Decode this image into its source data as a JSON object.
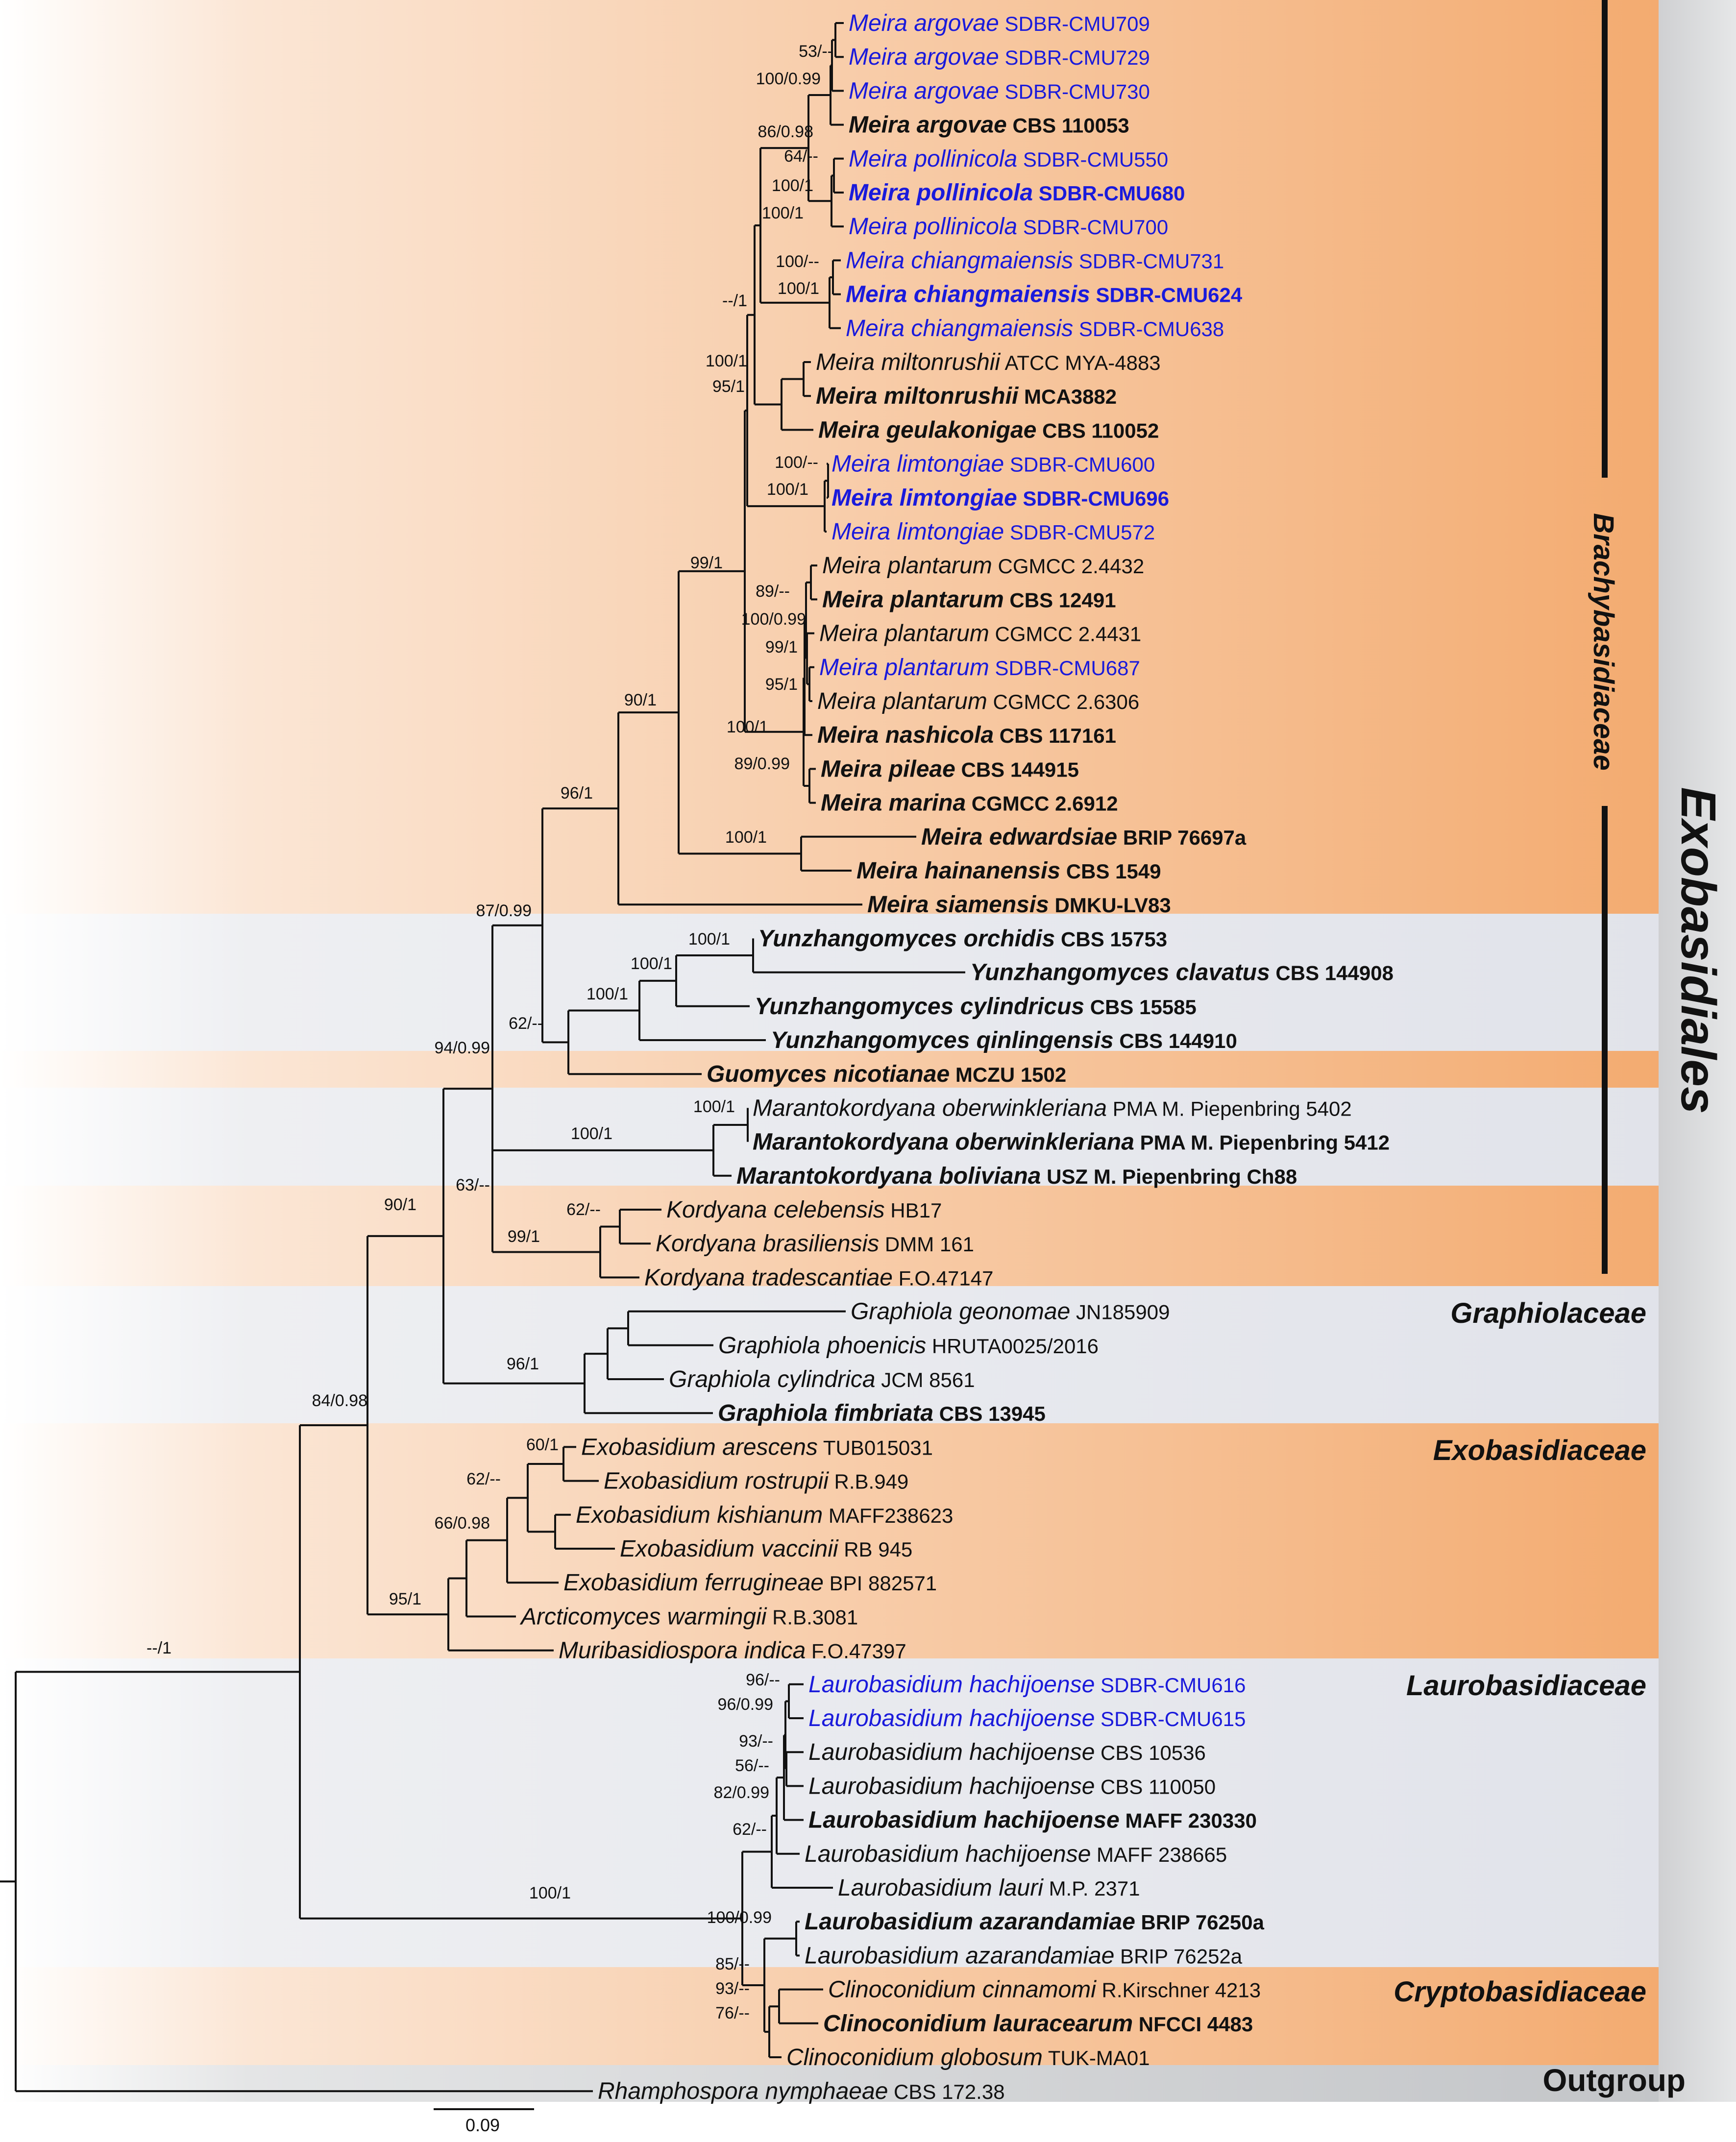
{
  "colors": {
    "blue": "#1a1adb",
    "black": "#111111",
    "orange_band": "#f3ab70",
    "grey_band": "#e1e3ea",
    "outgroup_band": "#c3c5c8"
  },
  "labels": {
    "order": "Exobasidiales",
    "brachy": "Brachybasidiaceae",
    "grapho": "Graphiolaceae",
    "exoba": "Exobasidiaceae",
    "lauro": "Laurobasidiaceae",
    "crypto": "Cryptobasidiaceae",
    "outgroup": "Outgroup",
    "scale": "0.09"
  },
  "taxa": [
    {
      "genus": "Meira argovae",
      "strain": "SDBR-CMU709",
      "bold": false,
      "blue": true
    },
    {
      "genus": "Meira argovae",
      "strain": "SDBR-CMU729",
      "bold": false,
      "blue": true
    },
    {
      "genus": "Meira argovae",
      "strain": "SDBR-CMU730",
      "bold": false,
      "blue": true
    },
    {
      "genus": "Meira argovae",
      "strain": "CBS 110053",
      "bold": true,
      "blue": false
    },
    {
      "genus": "Meira pollinicola",
      "strain": "SDBR-CMU550",
      "bold": false,
      "blue": true
    },
    {
      "genus": "Meira pollinicola",
      "strain": "SDBR-CMU680",
      "bold": true,
      "blue": true
    },
    {
      "genus": "Meira pollinicola",
      "strain": "SDBR-CMU700",
      "bold": false,
      "blue": true
    },
    {
      "genus": "Meira chiangmaiensis",
      "strain": "SDBR-CMU731",
      "bold": false,
      "blue": true
    },
    {
      "genus": "Meira chiangmaiensis",
      "strain": "SDBR-CMU624",
      "bold": true,
      "blue": true
    },
    {
      "genus": "Meira chiangmaiensis",
      "strain": "SDBR-CMU638",
      "bold": false,
      "blue": true
    },
    {
      "genus": "Meira miltonrushii",
      "strain": "ATCC MYA-4883",
      "bold": false,
      "blue": false
    },
    {
      "genus": "Meira miltonrushii",
      "strain": "MCA3882",
      "bold": true,
      "blue": false
    },
    {
      "genus": "Meira geulakonigae",
      "strain": "CBS 110052",
      "bold": true,
      "blue": false
    },
    {
      "genus": "Meira limtongiae",
      "strain": "SDBR-CMU600",
      "bold": false,
      "blue": true
    },
    {
      "genus": "Meira limtongiae",
      "strain": "SDBR-CMU696",
      "bold": true,
      "blue": true
    },
    {
      "genus": "Meira limtongiae",
      "strain": "SDBR-CMU572",
      "bold": false,
      "blue": true
    },
    {
      "genus": "Meira plantarum",
      "strain": "CGMCC 2.4432",
      "bold": false,
      "blue": false
    },
    {
      "genus": "Meira plantarum",
      "strain": "CBS 12491",
      "bold": true,
      "blue": false
    },
    {
      "genus": "Meira plantarum",
      "strain": "CGMCC 2.4431",
      "bold": false,
      "blue": false
    },
    {
      "genus": "Meira plantarum",
      "strain": "SDBR-CMU687",
      "bold": false,
      "blue": true
    },
    {
      "genus": "Meira plantarum",
      "strain": "CGMCC 2.6306",
      "bold": false,
      "blue": false
    },
    {
      "genus": "Meira nashicola",
      "strain": "CBS 117161",
      "bold": true,
      "blue": false
    },
    {
      "genus": "Meira pileae",
      "strain": "CBS 144915",
      "bold": true,
      "blue": false
    },
    {
      "genus": "Meira marina",
      "strain": "CGMCC 2.6912",
      "bold": true,
      "blue": false
    },
    {
      "genus": "Meira edwardsiae",
      "strain": "BRIP 76697a",
      "bold": true,
      "blue": false
    },
    {
      "genus": "Meira hainanensis",
      "strain": "CBS 1549",
      "bold": true,
      "blue": false
    },
    {
      "genus": "Meira siamensis",
      "strain": "DMKU-LV83",
      "bold": true,
      "blue": false
    },
    {
      "genus": "Yunzhangomyces orchidis",
      "strain": "CBS 15753",
      "bold": true,
      "blue": false
    },
    {
      "genus": "Yunzhangomyces clavatus",
      "strain": "CBS 144908",
      "bold": true,
      "blue": false
    },
    {
      "genus": "Yunzhangomyces cylindricus",
      "strain": "CBS 15585",
      "bold": true,
      "blue": false
    },
    {
      "genus": "Yunzhangomyces qinlingensis",
      "strain": "CBS 144910",
      "bold": true,
      "blue": false
    },
    {
      "genus": "Guomyces nicotianae",
      "strain": "MCZU 1502",
      "bold": true,
      "blue": false
    },
    {
      "genus": "Marantokordyana oberwinkleriana",
      "strain": "PMA M. Piepenbring 5402",
      "bold": false,
      "blue": false
    },
    {
      "genus": "Marantokordyana oberwinkleriana",
      "strain": "PMA M. Piepenbring 5412",
      "bold": true,
      "blue": false
    },
    {
      "genus": "Marantokordyana boliviana",
      "strain": "USZ M. Piepenbring Ch88",
      "bold": true,
      "blue": false
    },
    {
      "genus": "Kordyana celebensis",
      "strain": "HB17",
      "bold": false,
      "blue": false
    },
    {
      "genus": "Kordyana brasiliensis",
      "strain": "DMM 161",
      "bold": false,
      "blue": false
    },
    {
      "genus": "Kordyana tradescantiae",
      "strain": "F.O.47147",
      "bold": false,
      "blue": false
    },
    {
      "genus": "Graphiola geonomae",
      "strain": "JN185909",
      "bold": false,
      "blue": false
    },
    {
      "genus": "Graphiola phoenicis",
      "strain": "HRUTA0025/2016",
      "bold": false,
      "blue": false
    },
    {
      "genus": "Graphiola cylindrica",
      "strain": "JCM 8561",
      "bold": false,
      "blue": false
    },
    {
      "genus": "Graphiola fimbriata",
      "strain": "CBS 13945",
      "bold": true,
      "blue": false
    },
    {
      "genus": "Exobasidium arescens",
      "strain": "TUB015031",
      "bold": false,
      "blue": false
    },
    {
      "genus": "Exobasidium rostrupii",
      "strain": "R.B.949",
      "bold": false,
      "blue": false
    },
    {
      "genus": "Exobasidium kishianum",
      "strain": "MAFF238623",
      "bold": false,
      "blue": false
    },
    {
      "genus": "Exobasidium vaccinii",
      "strain": "RB 945",
      "bold": false,
      "blue": false
    },
    {
      "genus": "Exobasidium ferrugineae",
      "strain": "BPI 882571",
      "bold": false,
      "blue": false
    },
    {
      "genus": "Arcticomyces warmingii",
      "strain": "R.B.3081",
      "bold": false,
      "blue": false
    },
    {
      "genus": "Muribasidiospora indica",
      "strain": "F.O.47397",
      "bold": false,
      "blue": false
    },
    {
      "genus": "Laurobasidium hachijoense",
      "strain": "SDBR-CMU616",
      "bold": false,
      "blue": true
    },
    {
      "genus": "Laurobasidium hachijoense",
      "strain": "SDBR-CMU615",
      "bold": false,
      "blue": true
    },
    {
      "genus": "Laurobasidium hachijoense",
      "strain": "CBS 10536",
      "bold": false,
      "blue": false
    },
    {
      "genus": "Laurobasidium hachijoense",
      "strain": "CBS 110050",
      "bold": false,
      "blue": false
    },
    {
      "genus": "Laurobasidium hachijoense",
      "strain": "MAFF 230330",
      "bold": true,
      "blue": false
    },
    {
      "genus": "Laurobasidium hachijoense",
      "strain": "MAFF 238665",
      "bold": false,
      "blue": false
    },
    {
      "genus": "Laurobasidium lauri",
      "strain": "M.P. 2371",
      "bold": false,
      "blue": false
    },
    {
      "genus": "Laurobasidium azarandamiae",
      "strain": "BRIP 76250a",
      "bold": true,
      "blue": false
    },
    {
      "genus": "Laurobasidium azarandamiae",
      "strain": "BRIP 76252a",
      "bold": false,
      "blue": false
    },
    {
      "genus": "Clinoconidium cinnamomi",
      "strain": "R.Kirschner 4213",
      "bold": false,
      "blue": false
    },
    {
      "genus": "Clinoconidium lauracearum",
      "strain": "NFCCI 4483",
      "bold": true,
      "blue": false
    },
    {
      "genus": "Clinoconidium globosum",
      "strain": "TUK-MA01",
      "bold": false,
      "blue": false
    },
    {
      "genus": "Rhamphospora nymphaeae",
      "strain": "CBS 172.38",
      "bold": false,
      "blue": false
    }
  ],
  "supports": [
    "53/--",
    "100/0.99",
    "86/0.98",
    "64/--",
    "100/1",
    "100/1",
    "100/--",
    "100/1",
    "--/1",
    "100/1",
    "95/1",
    "100/--",
    "100/1",
    "99/1",
    "89/--",
    "100/0.99",
    "99/1",
    "95/1",
    "100/1",
    "89/0.99",
    "100/1",
    "90/1",
    "96/1",
    "87/0.99",
    "100/1",
    "100/1",
    "100/1",
    "62/--",
    "94/0.99",
    "100/1",
    "100/1",
    "63/--",
    "90/1",
    "62/--",
    "99/1",
    "96/1",
    "84/0.98",
    "60/1",
    "62/--",
    "66/0.98",
    "95/1",
    "--/1",
    "96/--",
    "96/0.99",
    "93/--",
    "56/--",
    "82/0.99",
    "62/--",
    "100/1",
    "100/0.99",
    "85/--",
    "93/--",
    "76/--"
  ]
}
